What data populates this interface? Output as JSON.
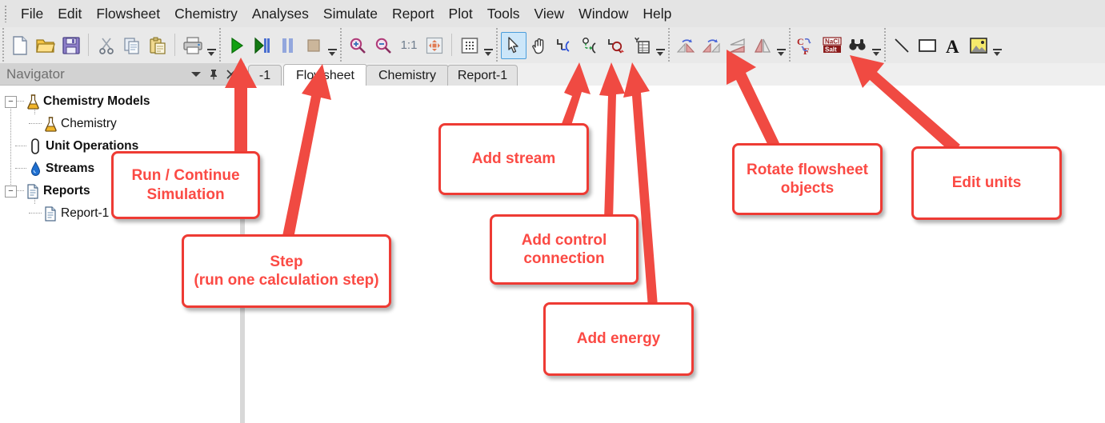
{
  "menu": {
    "items": [
      {
        "label": "File"
      },
      {
        "label": "Edit"
      },
      {
        "label": "Flowsheet"
      },
      {
        "label": "Chemistry"
      },
      {
        "label": "Analyses"
      },
      {
        "label": "Simulate"
      },
      {
        "label": "Report"
      },
      {
        "label": "Plot"
      },
      {
        "label": "Tools"
      },
      {
        "label": "View"
      },
      {
        "label": "Window"
      },
      {
        "label": "Help"
      }
    ]
  },
  "toolbar": {
    "buttons": [
      {
        "name": "new-file-icon"
      },
      {
        "name": "open-folder-icon"
      },
      {
        "name": "save-icon"
      },
      {
        "name": "cut-icon"
      },
      {
        "name": "copy-icon"
      },
      {
        "name": "paste-icon"
      },
      {
        "name": "print-icon"
      },
      {
        "name": "run-icon"
      },
      {
        "name": "step-icon"
      },
      {
        "name": "pause-icon"
      },
      {
        "name": "stop-icon"
      },
      {
        "name": "zoom-in-icon"
      },
      {
        "name": "zoom-out-icon"
      },
      {
        "name": "zoom-actual-size-icon"
      },
      {
        "name": "zoom-fit-icon"
      },
      {
        "name": "grid-icon"
      },
      {
        "name": "select-pointer-icon"
      },
      {
        "name": "pan-hand-icon"
      },
      {
        "name": "add-stream-icon"
      },
      {
        "name": "add-control-connection-icon"
      },
      {
        "name": "add-energy-icon"
      },
      {
        "name": "add-table-icon"
      },
      {
        "name": "rotate-left-icon"
      },
      {
        "name": "rotate-right-icon"
      },
      {
        "name": "flip-horizontal-icon"
      },
      {
        "name": "flip-vertical-icon"
      },
      {
        "name": "edit-units-icon"
      },
      {
        "name": "chemistry-label-icon"
      },
      {
        "name": "find-icon"
      },
      {
        "name": "draw-line-icon"
      },
      {
        "name": "draw-rectangle-icon"
      },
      {
        "name": "text-tool-icon"
      },
      {
        "name": "insert-image-icon"
      }
    ],
    "zoom_actual_label": "1:1"
  },
  "navigator": {
    "title": "Navigator",
    "header_icons": [
      "chevron-down-icon",
      "pin-icon",
      "close-icon"
    ],
    "tree": [
      {
        "label": "Chemistry Models",
        "icon": "flask-icon",
        "bold": true,
        "level": 0,
        "expander": "minus"
      },
      {
        "label": "Chemistry",
        "icon": "flask-icon",
        "bold": false,
        "level": 1,
        "expander": "none"
      },
      {
        "label": "Unit Operations",
        "icon": "unit-op-icon",
        "bold": true,
        "level": 0,
        "expander": "none"
      },
      {
        "label": "Streams",
        "icon": "droplet-icon",
        "bold": true,
        "level": 0,
        "expander": "none"
      },
      {
        "label": "Reports",
        "icon": "document-icon",
        "bold": true,
        "level": 0,
        "expander": "minus"
      },
      {
        "label": "Report-1",
        "icon": "document-icon",
        "bold": false,
        "level": 1,
        "expander": "none"
      }
    ]
  },
  "workspace": {
    "tabs": [
      {
        "label": "-1",
        "active": false
      },
      {
        "label": "Flowsheet",
        "active": true
      },
      {
        "label": "Chemistry",
        "active": false
      },
      {
        "label": "Report-1",
        "active": false
      }
    ]
  },
  "annotations": {
    "callouts": [
      {
        "id": "run-continue",
        "text": "Run / Continue\nSimulation"
      },
      {
        "id": "step",
        "text": "Step\n(run one calculation step)"
      },
      {
        "id": "add-stream",
        "text": "Add stream"
      },
      {
        "id": "add-control",
        "text": "Add control\nconnection"
      },
      {
        "id": "add-energy",
        "text": "Add energy"
      },
      {
        "id": "rotate-objects",
        "text": "Rotate flowsheet\nobjects"
      },
      {
        "id": "edit-units",
        "text": "Edit units"
      }
    ],
    "arrow_color": "#f04a42",
    "callout_border_color": "#ee3b34",
    "callout_text_color": "#fb4a44"
  }
}
